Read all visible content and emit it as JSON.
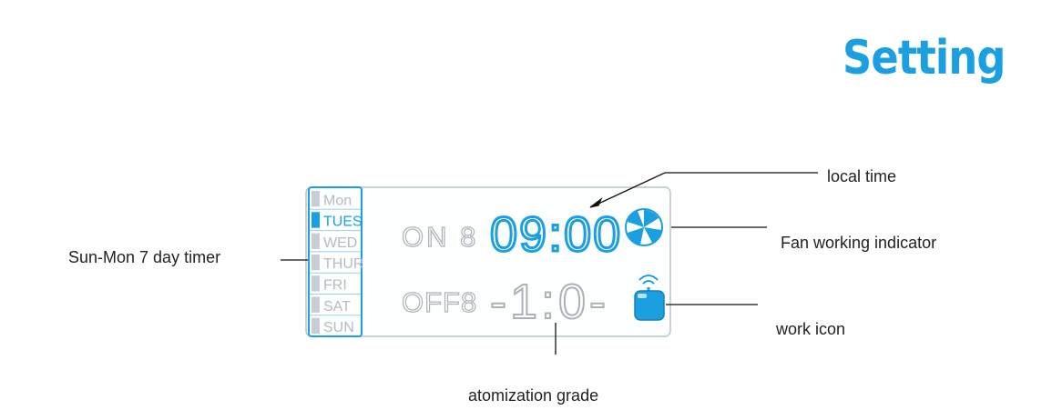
{
  "title": "Setting",
  "days": [
    {
      "label": "Mon",
      "active": false
    },
    {
      "label": "TUES",
      "active": true
    },
    {
      "label": "WED",
      "active": false
    },
    {
      "label": "THUR",
      "active": false
    },
    {
      "label": "FRI",
      "active": false
    },
    {
      "label": "SAT",
      "active": false
    },
    {
      "label": "SUN",
      "active": false
    }
  ],
  "display": {
    "on_label": "ON 8",
    "off_label": "OFF8",
    "local_time": "09:00",
    "off_value": "-1:0-"
  },
  "annotations": {
    "local_time": "local time",
    "fan_indicator": "Fan working indicator",
    "work_icon": "work icon",
    "week_timer": "Sun-Mon 7 day timer",
    "atomization": "atomization grade"
  },
  "colors": {
    "accent": "#1a9fe0",
    "inactive": "#c8cdd2",
    "border": "#b8c4cc"
  }
}
